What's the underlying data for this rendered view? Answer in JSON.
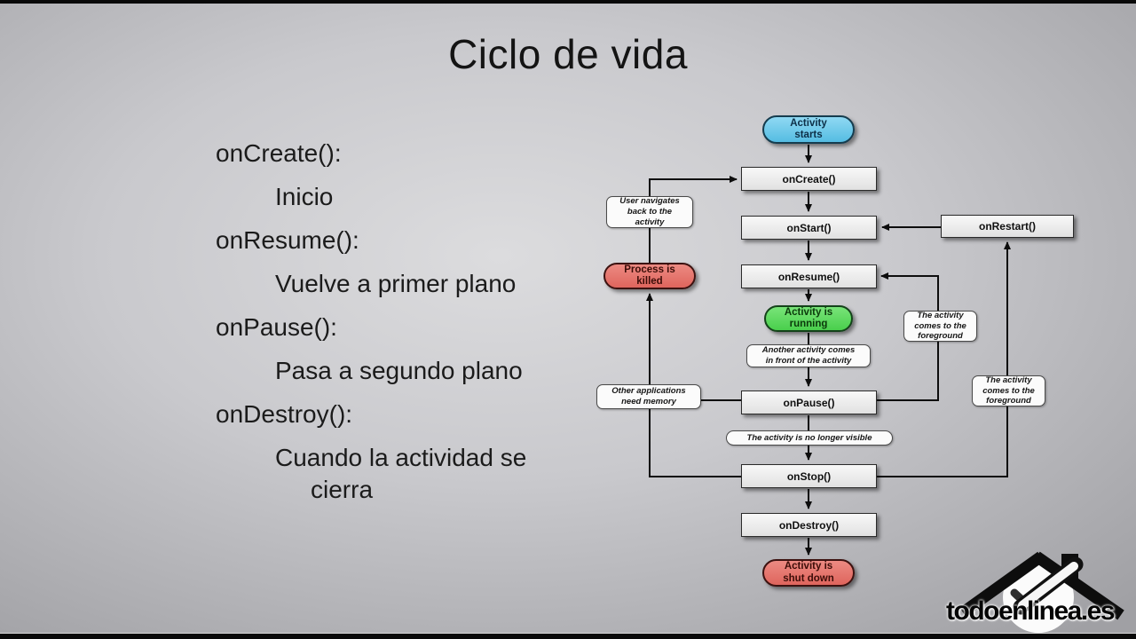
{
  "title": "Ciclo de vida",
  "list": {
    "lines": [
      {
        "text": "onCreate():"
      },
      {
        "text": "Inicio"
      },
      {
        "text": "onResume():"
      },
      {
        "text": "Vuelve a primer plano"
      },
      {
        "text": "onPause():"
      },
      {
        "text": "Pasa a segundo plano"
      },
      {
        "text": "onDestroy():"
      },
      {
        "text": "Cuando la actividad se"
      },
      {
        "text": "cierra"
      }
    ]
  },
  "flow": {
    "nodes": {
      "activity_starts": {
        "label": "Activity\nstarts",
        "color": "#63c5ec"
      },
      "on_create": {
        "label": "onCreate()"
      },
      "on_start": {
        "label": "onStart()"
      },
      "on_restart": {
        "label": "onRestart()"
      },
      "on_resume": {
        "label": "onResume()"
      },
      "activity_running": {
        "label": "Activity is\nrunning",
        "color": "#5bd95b"
      },
      "on_pause": {
        "label": "onPause()"
      },
      "on_stop": {
        "label": "onStop()"
      },
      "on_destroy": {
        "label": "onDestroy()"
      },
      "activity_shut_down": {
        "label": "Activity is\nshut down",
        "color": "#e6736b"
      },
      "process_killed": {
        "label": "Process is\nkilled",
        "color": "#e6736b"
      }
    },
    "annotations": {
      "user_navigates": "User navigates\nback to the\nactivity",
      "another_activity": "Another activity comes\nin front of the activity",
      "other_apps": "Other applications\nneed memory",
      "no_longer_visible": "The activity is no longer visible",
      "foreground_1": "The activity\ncomes to the\nforeground",
      "foreground_2": "The activity\ncomes to the\nforeground"
    },
    "box_fill": "#efefef",
    "line_color": "#0d0d0d"
  },
  "watermark": {
    "text": "todoenlinea.es"
  }
}
